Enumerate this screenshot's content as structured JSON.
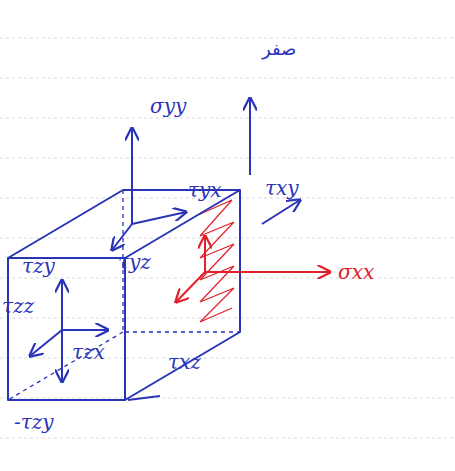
{
  "diagram": {
    "labels": [
      "σyy",
      "τyx",
      "صفر",
      "τxy",
      "τyz",
      "σxx",
      "τzy",
      "τzz",
      "τzx",
      "-τzy",
      "τxz"
    ]
  }
}
